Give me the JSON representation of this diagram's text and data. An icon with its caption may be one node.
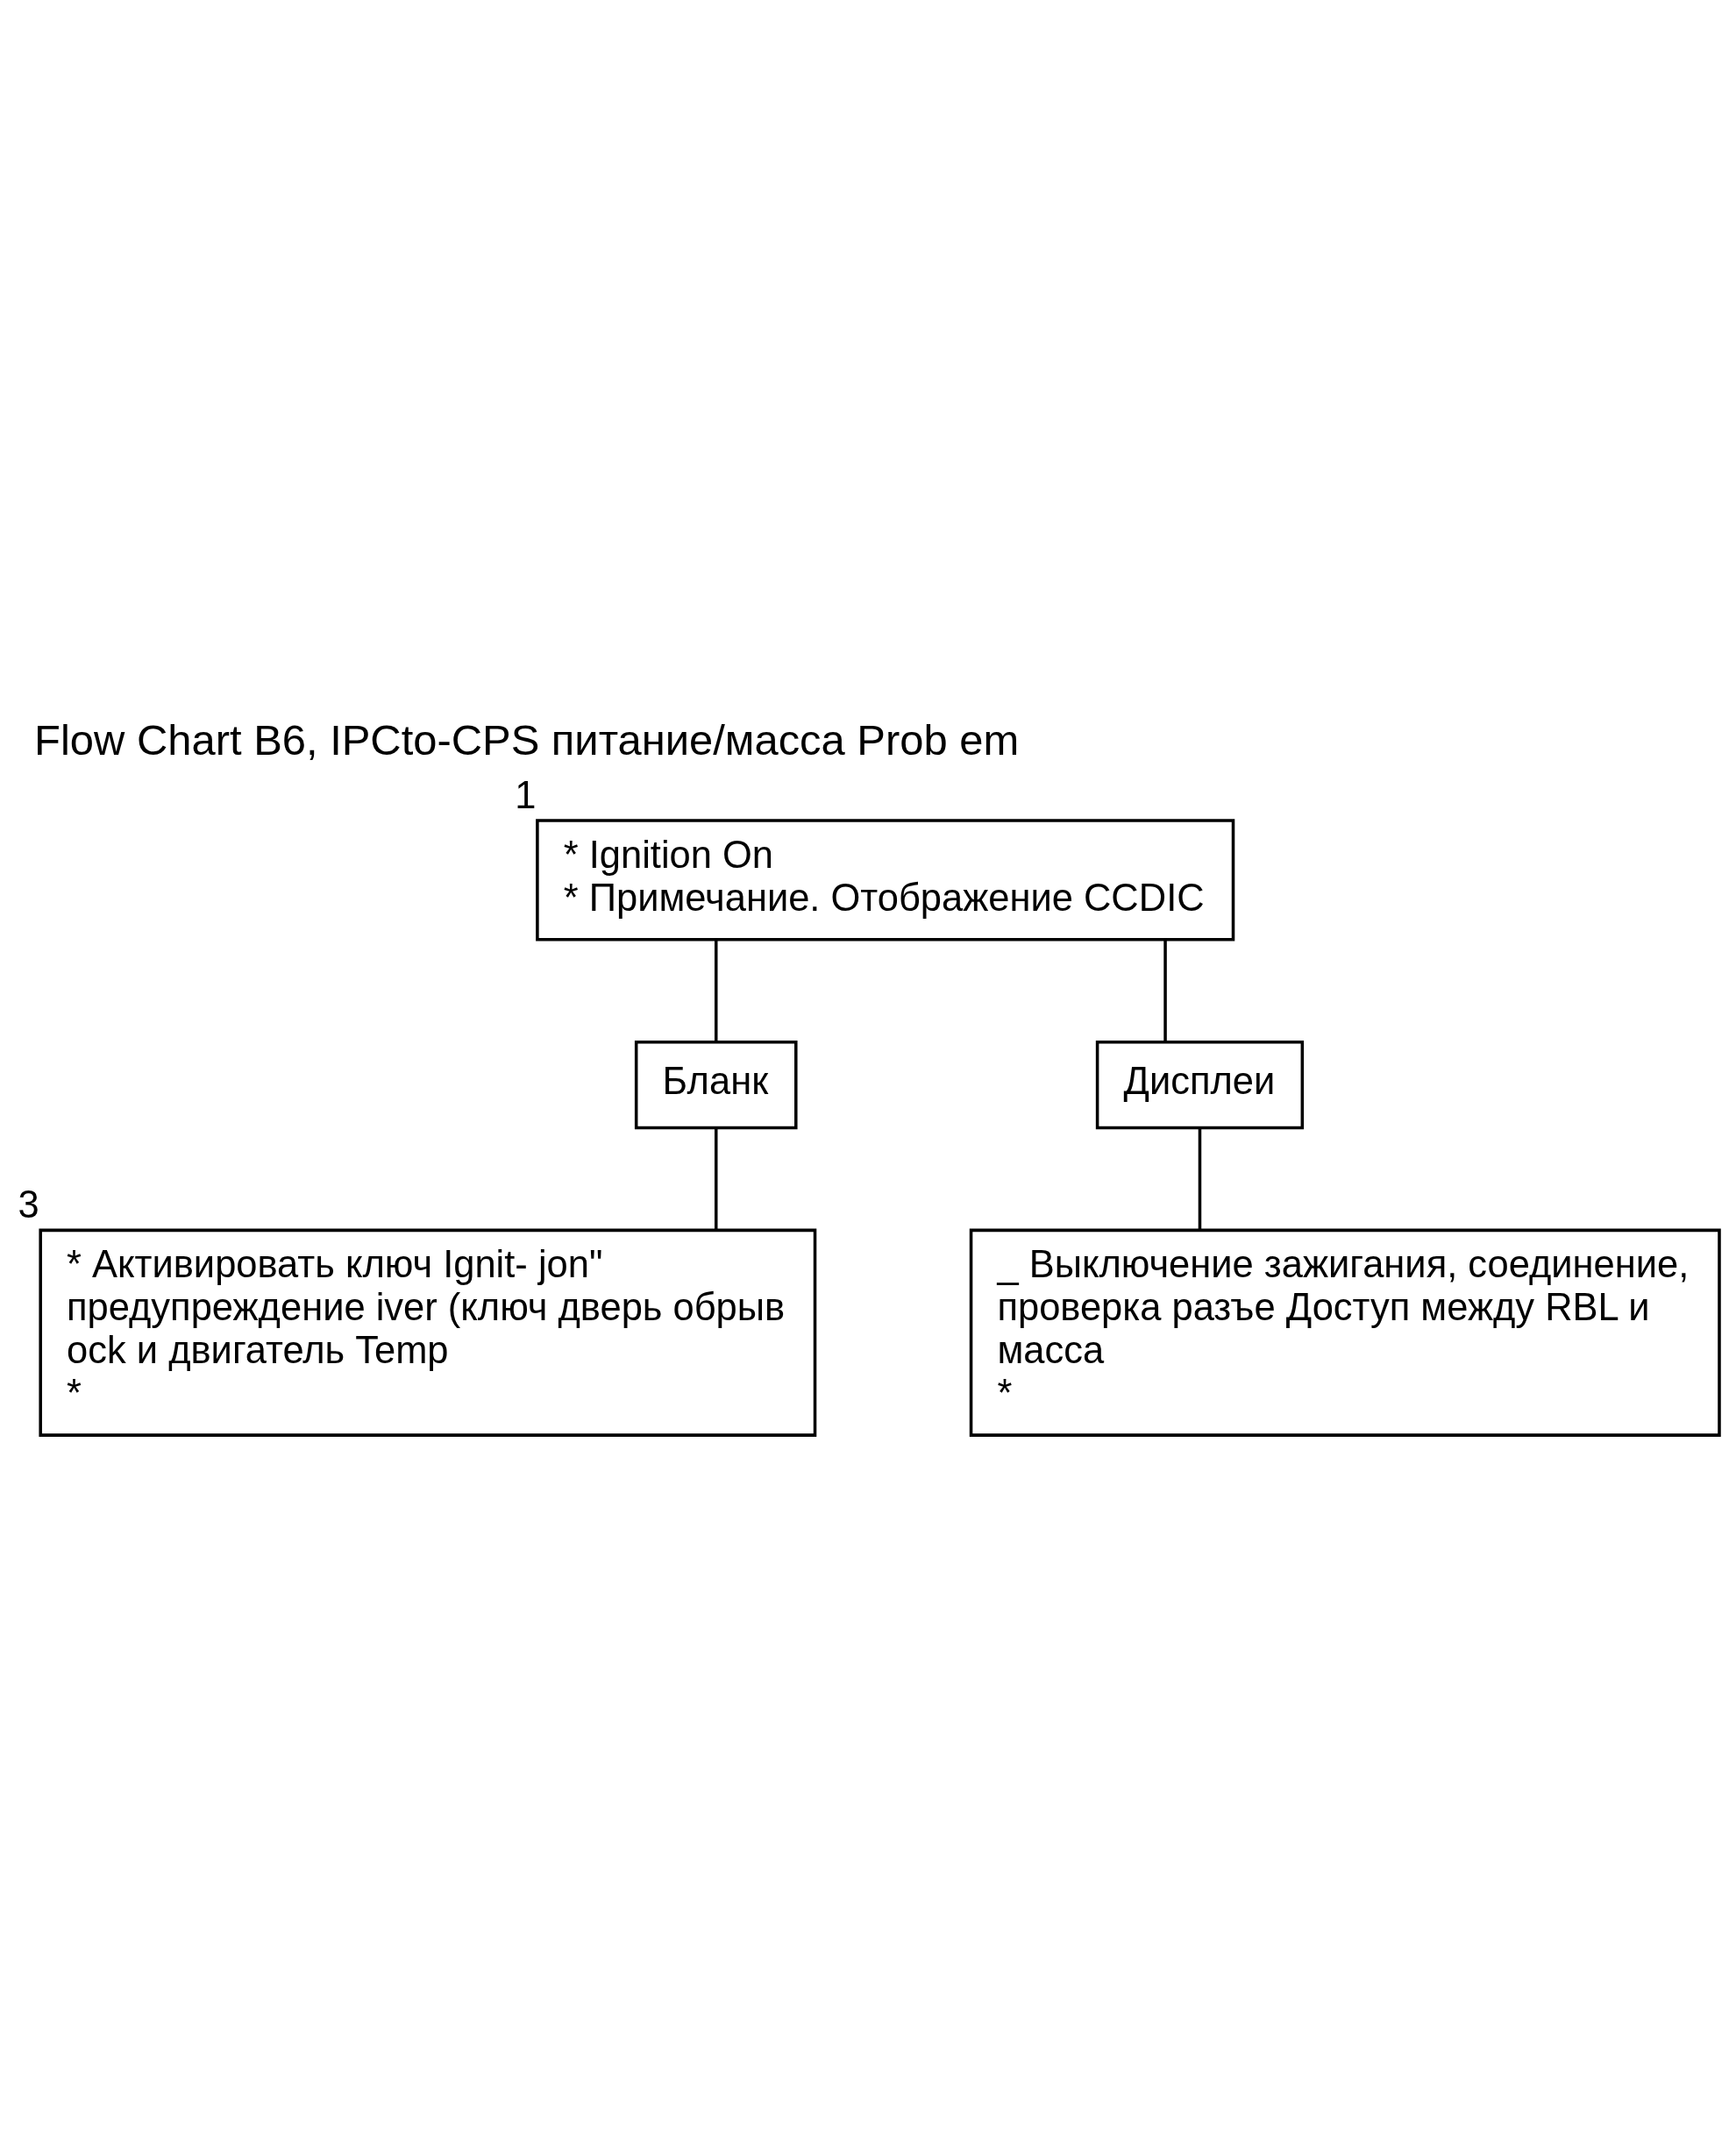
{
  "diagram": {
    "title": "Flow Chart B6, IPCto-CPS питание/масса Prob em",
    "nodes": [
      {
        "text": [
          "* Ignition On",
          "* Примечание. Отображение CCDIC"
        ],
        "beside": [
          "1"
        ]
      },
      {
        "text": [
          "Бланк"
        ]
      },
      {
        "text": [
          "Дисплеи"
        ]
      },
      {
        "text": [
          "* Активировать ключ Ignit- jon\" предупреждение iver (ключ дверь обрыв ock и двигатель Temp",
          "*"
        ],
        "beside": [
          "3"
        ]
      },
      {
        "text": [
          "_ Выключение зажигания, соединение, проверка разъе Доступ между RBL и масса",
          "*"
        ]
      }
    ],
    "edges": [
      {
        "from": 0,
        "to": 1,
        "arrow": "none"
      },
      {
        "from": 0,
        "to": 2,
        "arrow": "none"
      },
      {
        "from": 1,
        "to": 3,
        "arrow": "none"
      },
      {
        "from": 2,
        "to": 4,
        "arrow": "none"
      }
    ]
  }
}
